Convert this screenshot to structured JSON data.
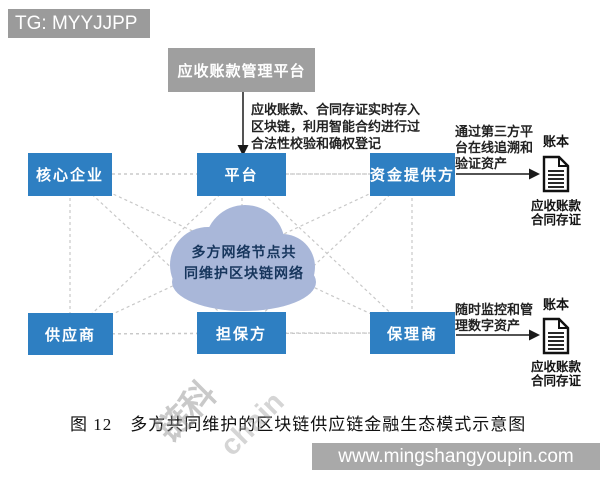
{
  "badge": {
    "text": "TG: MYYJJPP"
  },
  "footer": {
    "url": "www.mingshangyoupin.com"
  },
  "diagram": {
    "top_box": {
      "label": "应收账款管理平台"
    },
    "annotation_platform": {
      "lines": [
        "应收账款、合同存证实时存入",
        "区块链，利用智能合约进行过",
        "合法性校验和确权登记"
      ]
    },
    "nodes": {
      "core_enterprise": "核心企业",
      "platform": "平台",
      "fund_provider": "资金提供方",
      "supplier": "供应商",
      "guarantor": "担保方",
      "factor": "保理商"
    },
    "cloud": {
      "lines": [
        "多方网络节点共",
        "同维护区块链网络"
      ]
    },
    "right_top": {
      "annotation_lines": [
        "通过第三方平",
        "台在线追溯和",
        "验证资产"
      ],
      "ledger_label": "账本",
      "doc_caption_lines": [
        "应收账款",
        "合同存证"
      ]
    },
    "right_bottom": {
      "annotation_lines": [
        "随时监控和管",
        "理数字资产"
      ],
      "ledger_label": "账本",
      "doc_caption_lines": [
        "应收账款",
        "合同存证"
      ]
    },
    "colors": {
      "node_blue": "#2E7FC2",
      "cloud_fill": "#A9B7D9",
      "cloud_text": "#17365D",
      "gray_box": "#9F9F9F",
      "dashed_line": "#C8C8C8"
    }
  },
  "caption": {
    "text": "图 12　多方共同维护的区块链供应链金融生态模式示意图"
  },
  "diagonal_watermark": {
    "cjk": "链科",
    "latin": "chain"
  }
}
